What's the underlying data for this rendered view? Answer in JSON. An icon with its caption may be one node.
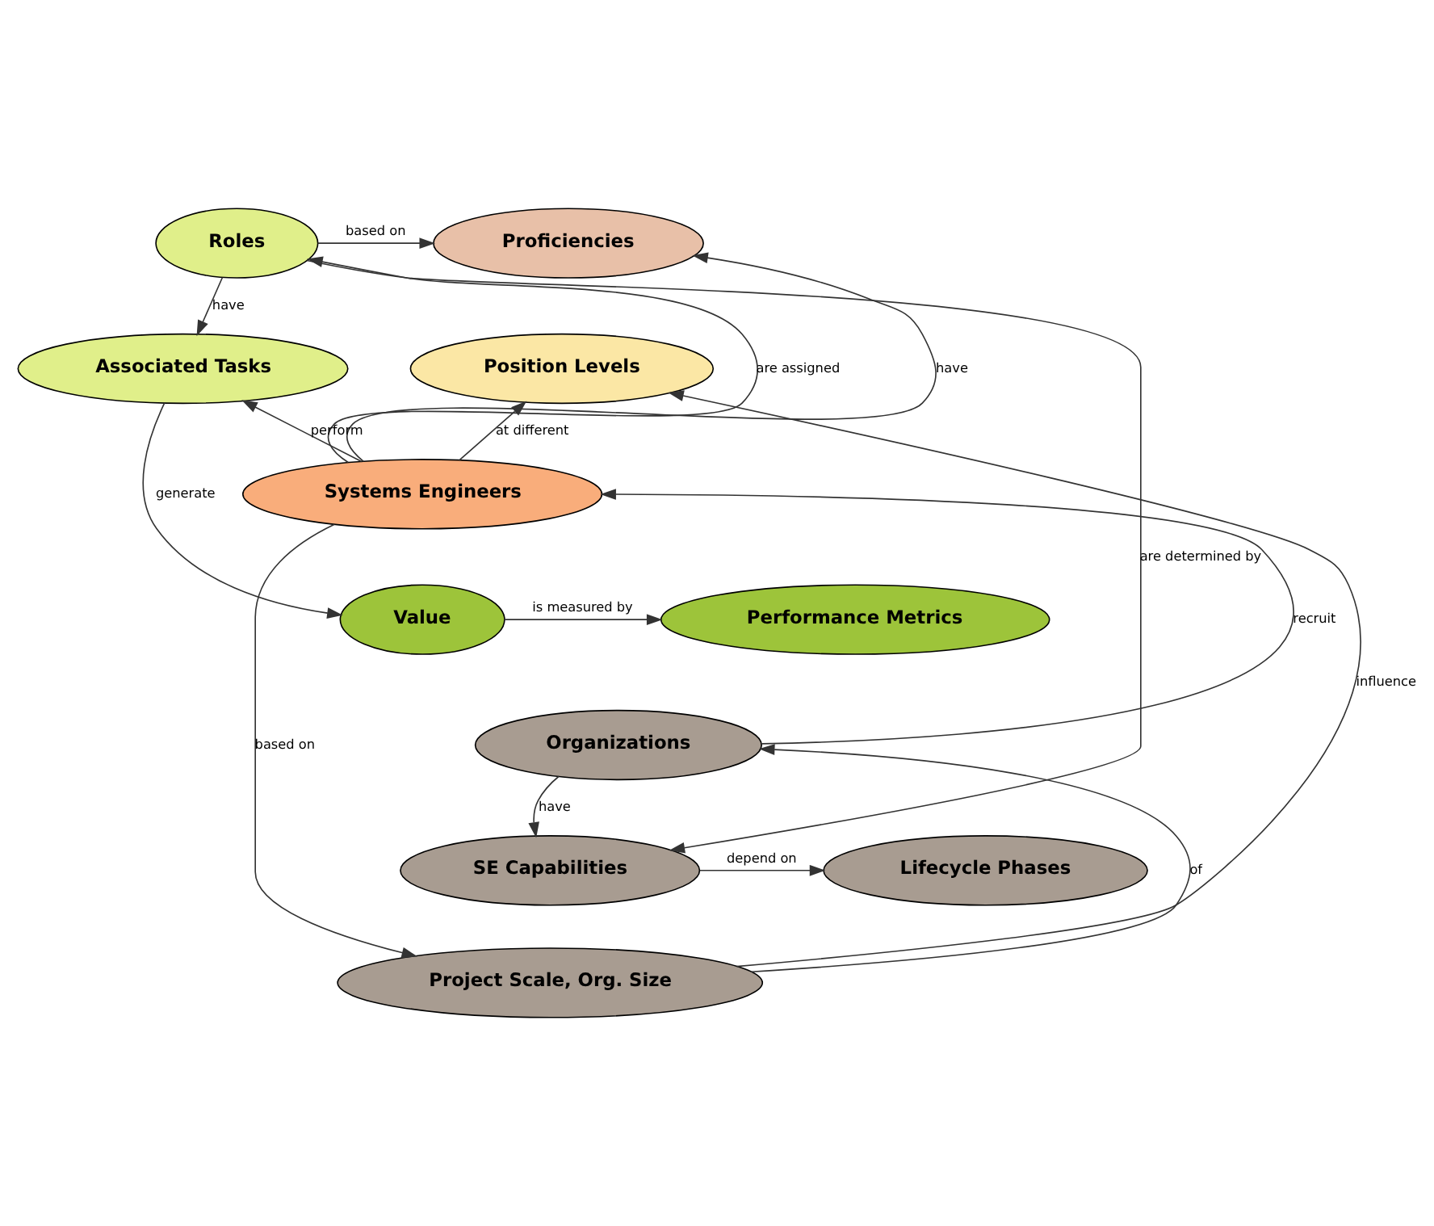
{
  "diagram": {
    "nodes": [
      {
        "text": [
          "Roles"
        ]
      },
      {
        "text": [
          "Proficiencies"
        ]
      },
      {
        "text": [
          "Associated Tasks"
        ]
      },
      {
        "text": [
          "Position Levels"
        ]
      },
      {
        "text": [
          "Systems Engineers"
        ]
      },
      {
        "text": [
          "Value"
        ]
      },
      {
        "text": [
          "Performance Metrics"
        ]
      },
      {
        "text": [
          "Organizations"
        ]
      },
      {
        "text": [
          "SE Capabilities"
        ]
      },
      {
        "text": [
          "Lifecycle Phases"
        ]
      },
      {
        "text": [
          "Project Scale, Org. Size"
        ]
      }
    ],
    "edges": [
      {
        "from": 0,
        "to": 1,
        "arrow": "to",
        "label": "based on"
      },
      {
        "from": 4,
        "to": 0,
        "arrow": "to",
        "label": "are assigned"
      },
      {
        "from": 4,
        "to": 1,
        "arrow": "to",
        "label": "have"
      },
      {
        "from": 0,
        "to": 2,
        "arrow": "to",
        "label": "have"
      },
      {
        "from": 4,
        "to": 2,
        "arrow": "to",
        "label": "perform"
      },
      {
        "from": 4,
        "to": 3,
        "arrow": "to",
        "label": "at different"
      },
      {
        "from": 2,
        "to": 5,
        "arrow": "to",
        "label": "generate"
      },
      {
        "from": 5,
        "to": 6,
        "arrow": "to",
        "label": "is measured by"
      },
      {
        "from": 7,
        "to": 4,
        "arrow": "to",
        "label": "recruit"
      },
      {
        "from": 0,
        "to": 8,
        "arrow": "to",
        "label": "are determined by"
      },
      {
        "from": 7,
        "to": 8,
        "arrow": "to",
        "label": "have"
      },
      {
        "from": 10,
        "to": 7,
        "arrow": "to",
        "label": "of"
      },
      {
        "from": 4,
        "to": 10,
        "arrow": "to",
        "label": "based on"
      },
      {
        "from": 10,
        "to": 3,
        "arrow": "to",
        "label": "influence"
      },
      {
        "from": 8,
        "to": 9,
        "arrow": "to",
        "label": "depend on"
      }
    ]
  }
}
